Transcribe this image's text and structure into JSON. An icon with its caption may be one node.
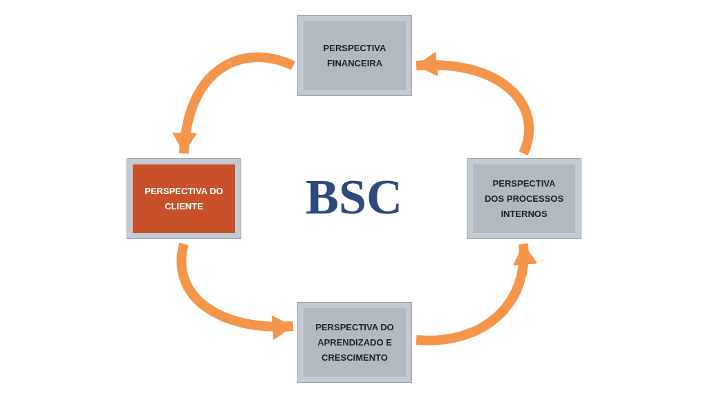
{
  "diagram": {
    "nodes": [
      {
        "text": [
          "PERSPECTIVA FINANCEIRA"
        ]
      },
      {
        "text": [
          "PERSPECTIVA DO CLIENTE"
        ]
      },
      {
        "text": [
          "PERSPECTIVA DOS PROCESSOS INTERNOS"
        ]
      },
      {
        "text": [
          "PERSPECTIVA DO APRENDIZADO E CRESCIMENTO"
        ]
      }
    ],
    "edges": [
      {
        "from": 0,
        "to": 1,
        "arrow": "to"
      },
      {
        "from": 1,
        "to": 3,
        "arrow": "to"
      },
      {
        "from": 3,
        "to": 2,
        "arrow": "to"
      },
      {
        "from": 2,
        "to": 0,
        "arrow": "to"
      }
    ],
    "labels": [
      "BSC"
    ]
  }
}
